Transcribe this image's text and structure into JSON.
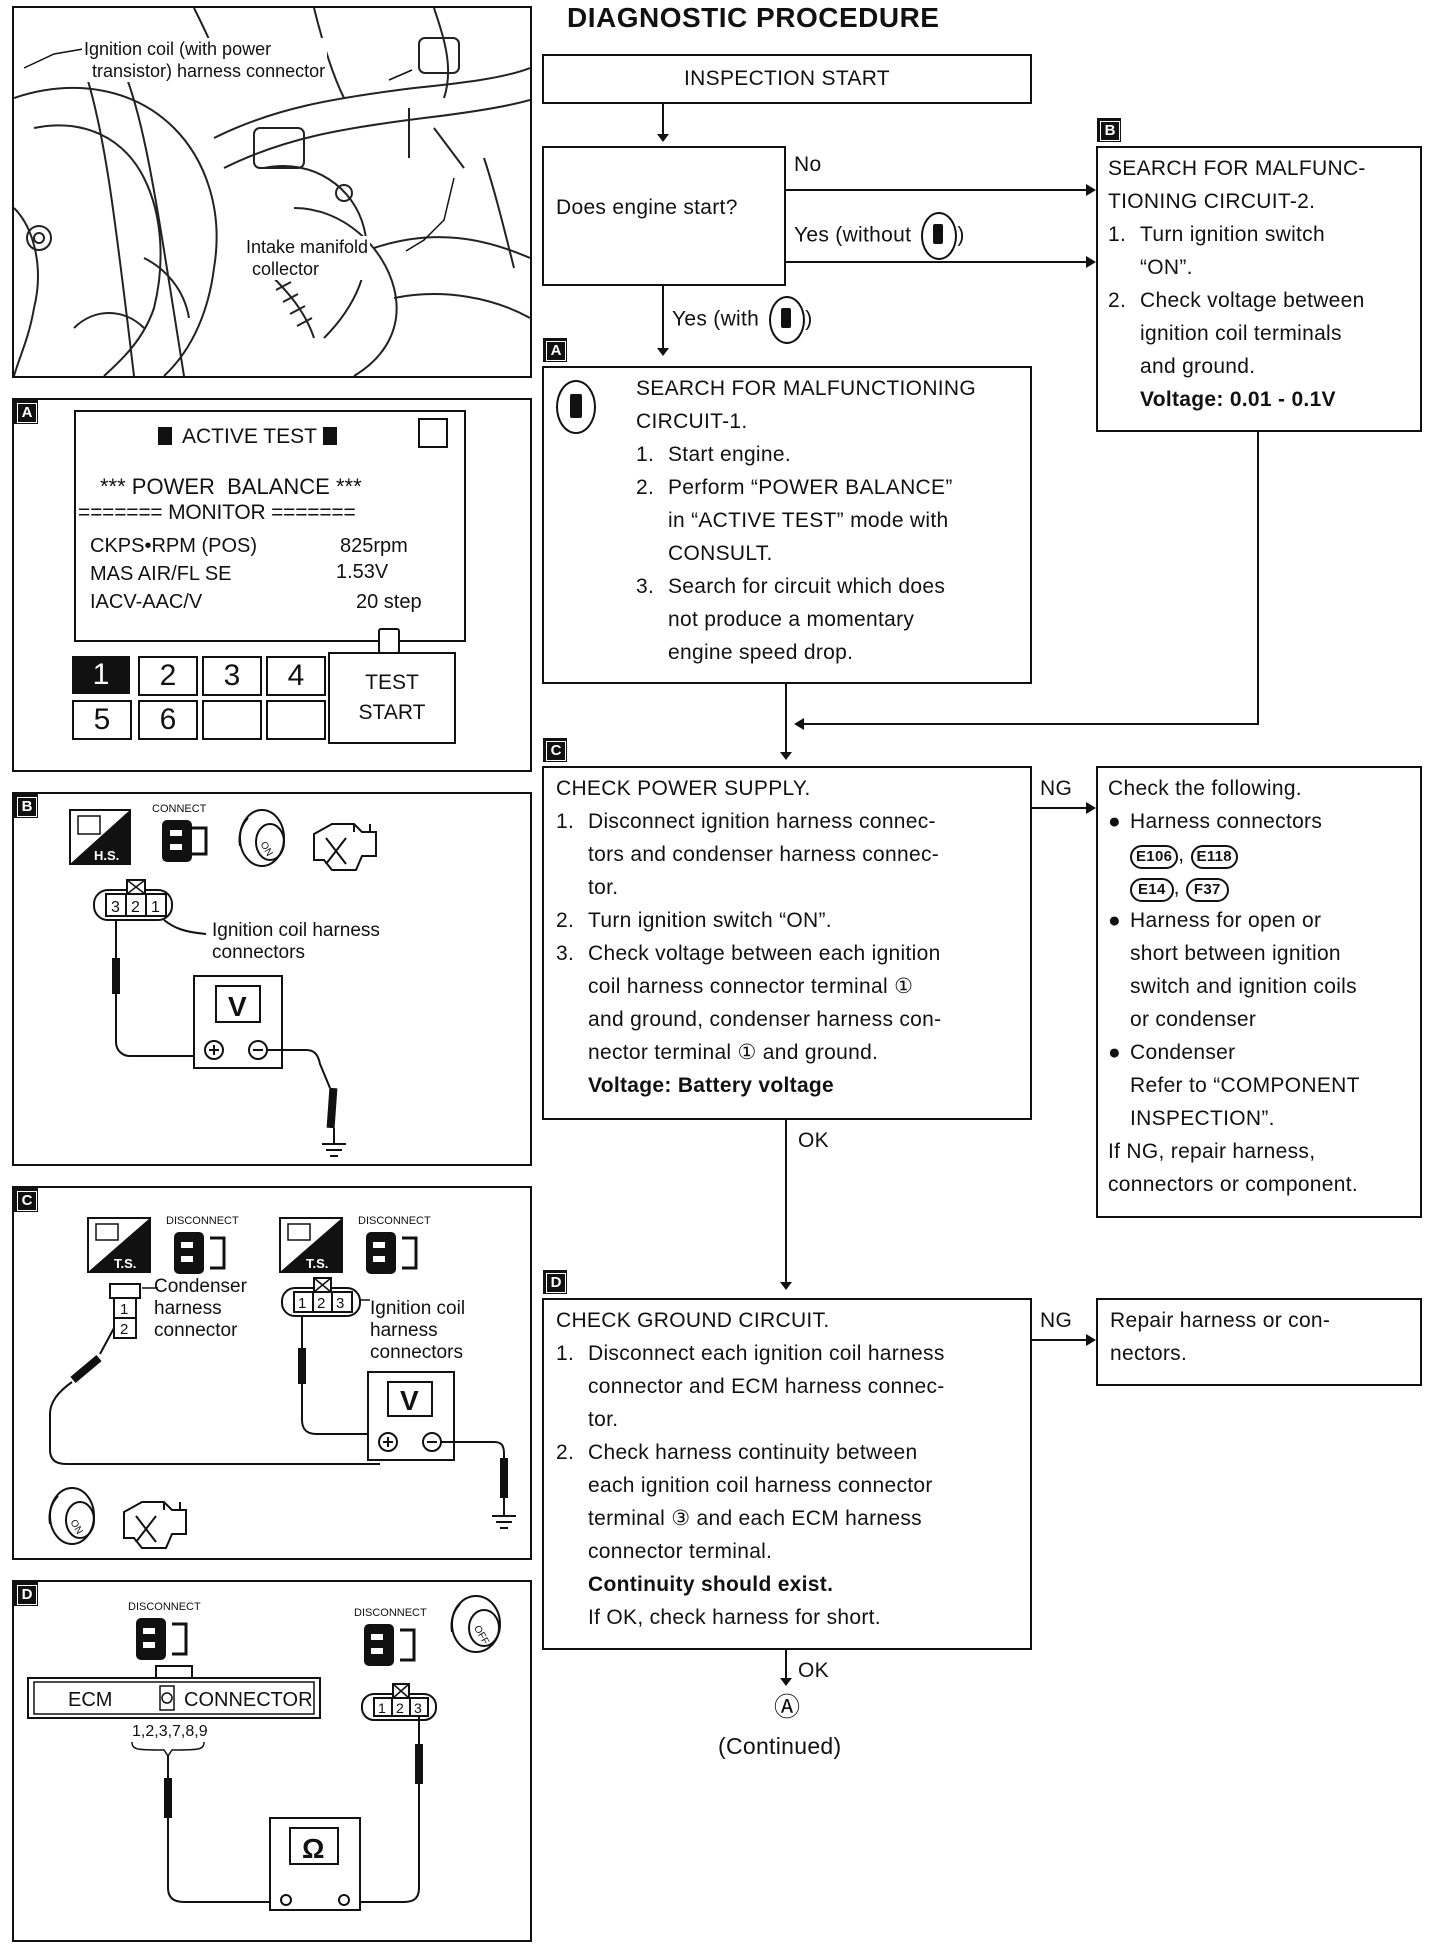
{
  "title": "DIAGNOSTIC PROCEDURE",
  "photo": {
    "label_coil": "Ignition coil (with power transistor) harness connector",
    "label_coil_l1": "Ignition coil (with power",
    "label_coil_l2": "transistor) harness connector",
    "label_manifold_l1": "Intake manifold",
    "label_manifold_l2": "collector"
  },
  "panel_a": {
    "tag": "A",
    "header": "ACTIVE TEST",
    "subheader": "*** POWER  BALANCE ***",
    "monitor": "======= MONITOR =======",
    "rows": [
      {
        "name": "CKPS•RPM (POS)",
        "value": "825rpm"
      },
      {
        "name": "MAS AIR/FL SE",
        "value": "1.53V"
      },
      {
        "name": "IACV-AAC/V",
        "value": "20 step"
      }
    ],
    "keys": [
      "1",
      "2",
      "3",
      "4",
      "5",
      "6",
      "",
      ""
    ],
    "test_l1": "TEST",
    "test_l2": "START"
  },
  "panel_b": {
    "tag": "B",
    "hs": "H.S.",
    "connect": "CONNECT",
    "pins": [
      "3",
      "2",
      "1"
    ],
    "label_l1": "Ignition coil harness",
    "label_l2": "connectors",
    "meter": "V"
  },
  "panel_c": {
    "tag": "C",
    "ts": "T.S.",
    "disconnect": "DISCONNECT",
    "cond_pins": [
      "1",
      "2"
    ],
    "cond_l1": "Condenser",
    "cond_l2": "harness",
    "cond_l3": "connector",
    "coil_pins": [
      "1",
      "2",
      "3"
    ],
    "coil_l1": "Ignition coil",
    "coil_l2": "harness",
    "coil_l3": "connectors",
    "meter": "V"
  },
  "panel_d": {
    "tag": "D",
    "disconnect": "DISCONNECT",
    "ecm": "ECM",
    "connector": "CONNECTOR",
    "ecm_pins": "1,2,3,7,8,9",
    "coil_pins": [
      "1",
      "2",
      "3"
    ],
    "meter": "Ω",
    "off": "OFF"
  },
  "flow": {
    "start": "INSPECTION START",
    "question": "Does engine start?",
    "no": "No",
    "yes_without": "Yes  (without",
    "yes_with": "Yes (with",
    "box_a": {
      "tag": "A",
      "head_l1": "SEARCH FOR MALFUNCTIONING",
      "head_l2": "CIRCUIT-1.",
      "steps": [
        [
          "1.",
          "Start engine."
        ],
        [
          "2.",
          "Perform “POWER BALANCE”",
          "in “ACTIVE TEST” mode with",
          "CONSULT."
        ],
        [
          "3.",
          "Search for circuit which does",
          "not produce a momentary",
          "engine speed drop."
        ]
      ]
    },
    "box_b": {
      "tag": "B",
      "head_l1": "SEARCH FOR MALFUNC-",
      "head_l2": "TIONING CIRCUIT-2.",
      "s1_n": "1.",
      "s1_l1": "Turn ignition switch",
      "s1_l2": "“ON”.",
      "s2_n": "2.",
      "s2_l1": "Check voltage between",
      "s2_l2": "ignition coil terminals",
      "s2_l3": "and ground.",
      "voltage": "Voltage: 0.01 - 0.1V"
    },
    "box_c": {
      "tag": "C",
      "head": "CHECK POWER SUPPLY.",
      "s1_n": "1.",
      "s1": [
        "Disconnect ignition harness connec-",
        "tors and condenser harness connec-",
        "tor."
      ],
      "s2_n": "2.",
      "s2": [
        "Turn ignition switch “ON”."
      ],
      "s3_n": "3.",
      "s3": [
        "Check voltage between each ignition",
        "coil harness connector terminal ①",
        "and ground, condenser harness con-",
        "nector terminal ① and ground."
      ],
      "voltage": "Voltage: Battery voltage",
      "ng": "NG",
      "ok": "OK"
    },
    "box_check": {
      "head": "Check the following.",
      "b1": "Harness connectors",
      "codes": [
        "E106",
        "E118",
        "E14",
        "F37"
      ],
      "b2_l1": "Harness for open or",
      "b2_l2": "short between ignition",
      "b2_l3": "switch and ignition coils",
      "b2_l4": "or condenser",
      "b3_l1": "Condenser",
      "b3_l2": "Refer to “COMPONENT",
      "b3_l3": "INSPECTION”.",
      "tail_l1": "If NG, repair harness,",
      "tail_l2": "connectors or component."
    },
    "box_d": {
      "tag": "D",
      "head": "CHECK GROUND CIRCUIT.",
      "s1_n": "1.",
      "s1": [
        "Disconnect each ignition coil harness",
        "connector and ECM harness connec-",
        "tor."
      ],
      "s2_n": "2.",
      "s2": [
        "Check harness continuity between",
        "each ignition coil harness connector",
        "terminal ③ and each ECM harness",
        "connector terminal."
      ],
      "cont": "Continuity should exist.",
      "tail": "If OK, check harness for short.",
      "ng": "NG",
      "ok": "OK"
    },
    "box_repair": {
      "l1": "Repair harness or con-",
      "l2": "nectors."
    },
    "continued_mark": "Ⓐ",
    "continued": "(Continued)"
  }
}
